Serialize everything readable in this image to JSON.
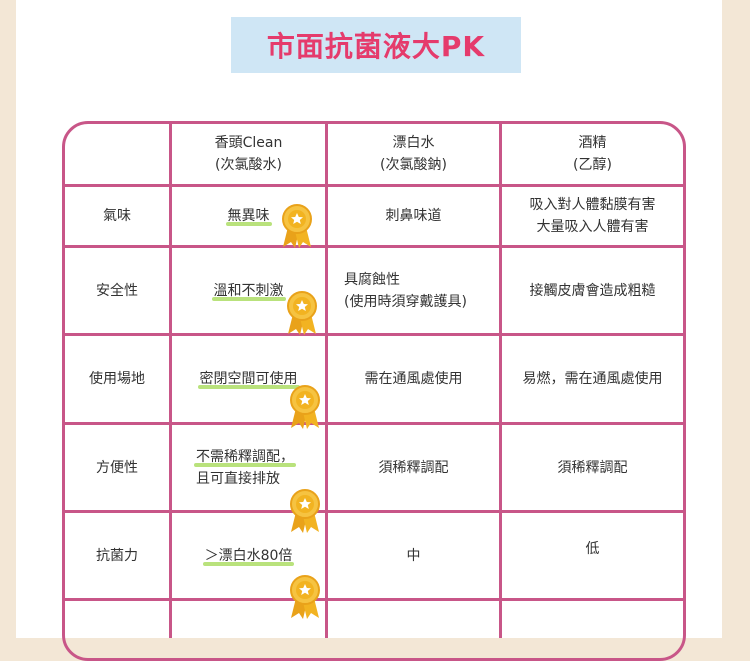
{
  "title": "市面抗菌液大PK",
  "columns": [
    {
      "line1": "香頭Clean",
      "line2": "(次氯酸水)"
    },
    {
      "line1": "漂白水",
      "line2": "(次氯酸鈉)"
    },
    {
      "line1": "酒精",
      "line2": "(乙醇)"
    }
  ],
  "rows": [
    {
      "label": "氣味",
      "c1": "無異味",
      "c2": "刺鼻味道",
      "c3_line1": "吸入對人體黏膜有害",
      "c3_line2": "大量吸入人體有害"
    },
    {
      "label": "安全性",
      "c1": "溫和不刺激",
      "c2_line1": "具腐蝕性",
      "c2_line2": "(使用時須穿戴護具)",
      "c3": "接觸皮膚會造成粗糙"
    },
    {
      "label": "使用場地",
      "c1": "密閉空間可使用",
      "c2": "需在通風處使用",
      "c3": "易燃，需在通風處使用"
    },
    {
      "label": "方便性",
      "c1_line1": "不需稀釋調配，",
      "c1_line2": "且可直接排放",
      "c2": "須稀釋調配",
      "c3": "須稀釋調配"
    },
    {
      "label": "抗菌力",
      "c1": "＞漂白水80倍",
      "c2": "中",
      "c3": "低"
    }
  ],
  "colors": {
    "border": "#c85688",
    "title_text": "#e53b6c",
    "title_bg": "#cfe6f5",
    "highlight": "#b9e27c",
    "medal": "#f2b321"
  },
  "icon": "award-medal-icon"
}
